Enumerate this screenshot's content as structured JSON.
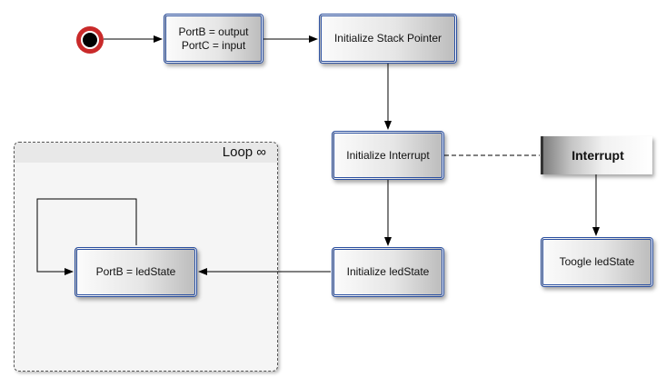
{
  "loop": {
    "title": "Loop ∞"
  },
  "nodes": {
    "port_config": {
      "line1": "PortB = output",
      "line2": "PortC = input"
    },
    "init_stack": "Initialize Stack Pointer",
    "init_interrupt": "Initialize Interrupt",
    "init_ledstate": "Initialize ledState",
    "portb_ledstate": "PortB = ledState",
    "toggle_ledstate": "Toogle ledState"
  },
  "interrupt": {
    "label": "Interrupt"
  },
  "colors": {
    "node_border": "#2a4fa0",
    "start_ring": "#c92a2a",
    "start_fill": "#000000",
    "loop_fill": "#f5f5f5"
  }
}
